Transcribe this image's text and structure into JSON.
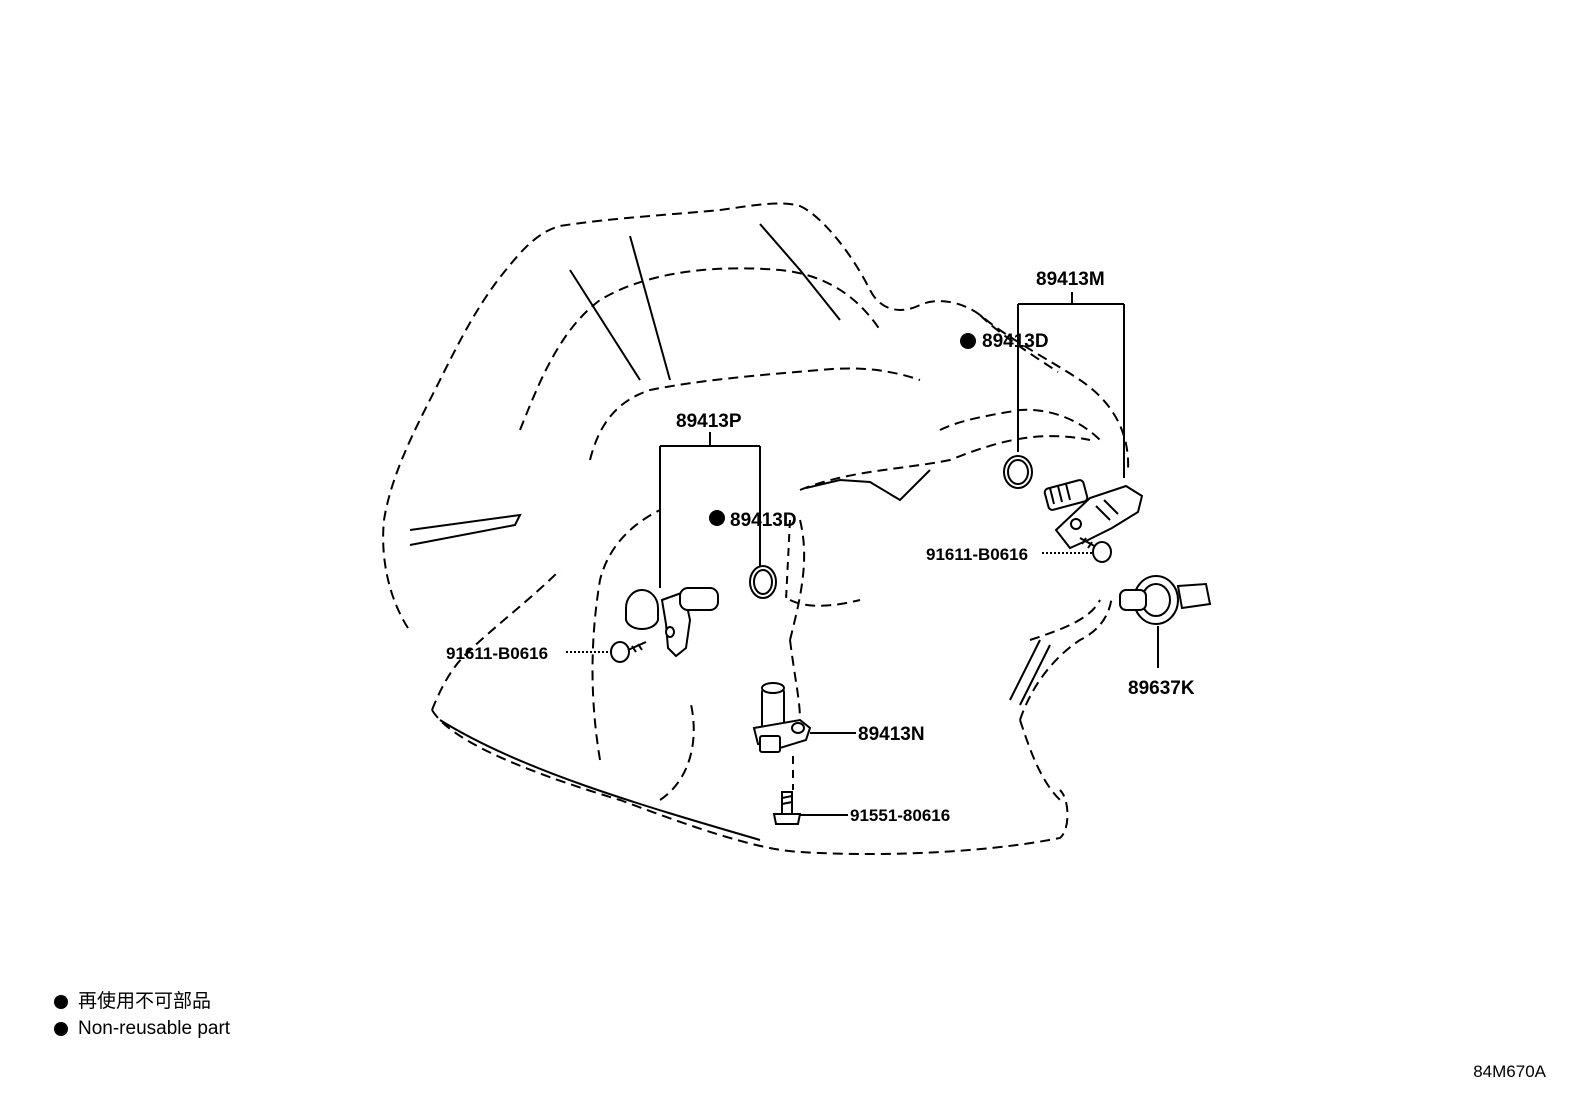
{
  "callouts": {
    "p_89413M": "89413M",
    "p_89413D_top": "89413D",
    "p_89413P": "89413P",
    "p_89413D_mid": "89413D",
    "p_91611_right": "91611-B0616",
    "p_91611_left": "91611-B0616",
    "p_89637K": "89637K",
    "p_89413N": "89413N",
    "p_91551": "91551-80616"
  },
  "legend": {
    "line1": "再使用不可部品",
    "line2": "Non-reusable part"
  },
  "figure_code": "84M670A",
  "colors": {
    "ink": "#000000",
    "paper": "#ffffff"
  }
}
